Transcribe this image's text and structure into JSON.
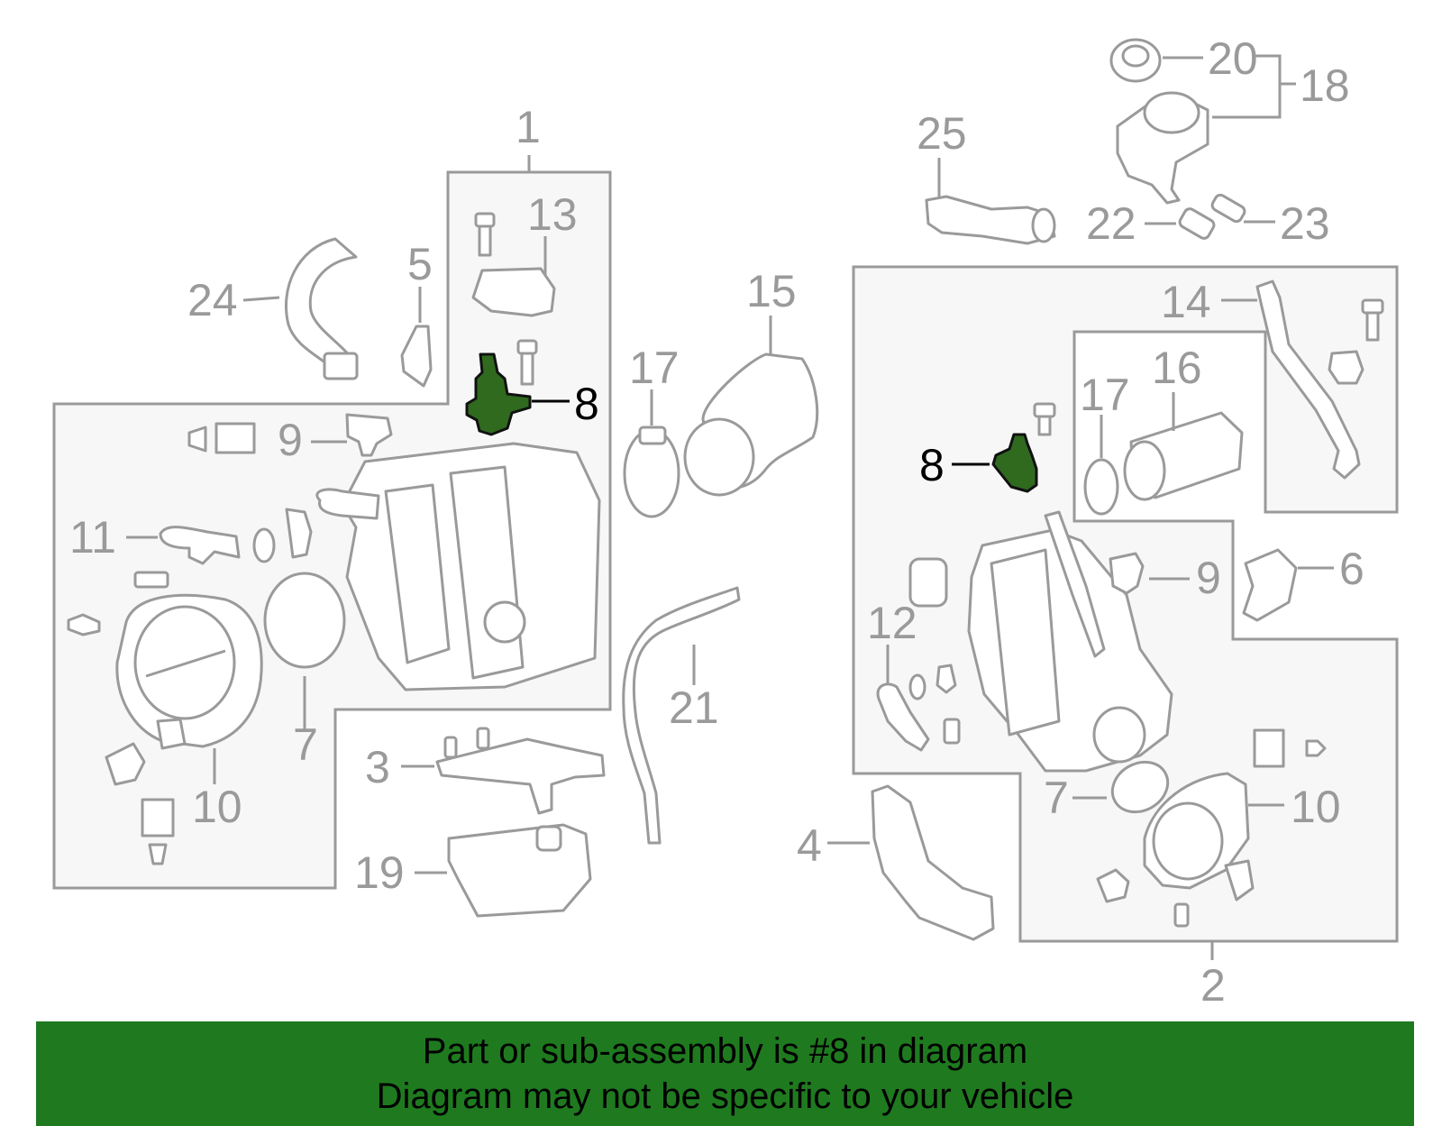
{
  "callouts": {
    "c1": "1",
    "c2": "2",
    "c3": "3",
    "c4": "4",
    "c5": "5",
    "c6": "6",
    "c7a": "7",
    "c7b": "7",
    "c8a": "8",
    "c8b": "8",
    "c9a": "9",
    "c9b": "9",
    "c10a": "10",
    "c10b": "10",
    "c11": "11",
    "c12": "12",
    "c13": "13",
    "c14": "14",
    "c15": "15",
    "c16": "16",
    "c17a": "17",
    "c17b": "17",
    "c18": "18",
    "c19": "19",
    "c20": "20",
    "c21": "21",
    "c22": "22",
    "c23": "23",
    "c24": "24",
    "c25": "25"
  },
  "highlight_part": "8",
  "banner": {
    "line1": "Part or sub-assembly is #8 in diagram",
    "line2": "Diagram may not be specific to your vehicle"
  },
  "colors": {
    "banner_bg": "#1f7a1f",
    "highlight_part": "#2f6a1f",
    "line_gray": "#9a9a9a"
  }
}
